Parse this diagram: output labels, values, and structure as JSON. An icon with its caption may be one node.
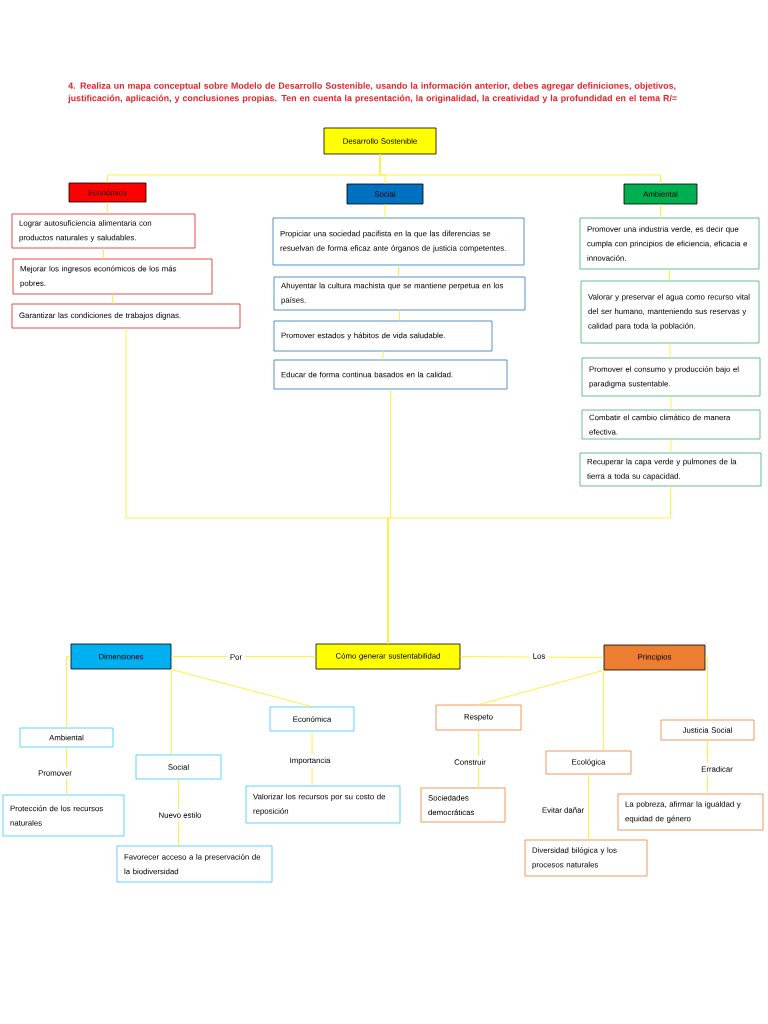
{
  "diagram": {
    "title": "4. Realiza un mapa conceptual sobre Modelo de Desarrollo Sostenible, usando la información anterior, debes agregar definiciones, objetivos, justificación, aplicación, y conclusiones propias. Ten en cuenta la presentación, la originalidad, la creatividad y la profundidad en el tema R/=",
    "nodes": [
      {
        "text": [
          "Desarrollo Sostenible"
        ]
      },
      {
        "text": [
          "Económico"
        ]
      },
      {
        "text": [
          "Social"
        ]
      },
      {
        "text": [
          "Ambiental"
        ]
      },
      {
        "text": [
          "Lograr autosuficiencia alimentaria con productos naturales y saludables."
        ]
      },
      {
        "text": [
          "Mejorar los ingresos económicos de los más pobres."
        ]
      },
      {
        "text": [
          "Garantizar las condiciones de trabajos dignas."
        ]
      },
      {
        "text": [
          "Propiciar una sociedad pacifista en la que las diferencias se resuelvan de forma eficaz ante órganos de justicia competentes."
        ]
      },
      {
        "text": [
          "Ahuyentar la cultura machista que se mantiene perpetua en los países."
        ]
      },
      {
        "text": [
          "Promover estados y hábitos de vida saludable."
        ]
      },
      {
        "text": [
          "Educar de forma continua basados en la calidad."
        ]
      },
      {
        "text": [
          "Promover una industria verde, es decir que cumpla con principios de eficiencia, eficacia e innovación."
        ]
      },
      {
        "text": [
          "Valorar y preservar el agua como recurso vital del ser humano, manteniendo sus reservas y calidad para toda la población."
        ]
      },
      {
        "text": [
          "Promover el consumo y producción bajo el paradigma sustentable."
        ]
      },
      {
        "text": [
          "Combatir el cambio climático de manera efectiva."
        ]
      },
      {
        "text": [
          "Recuperar la capa verde y pulmones de la tierra a toda su capacidad."
        ]
      },
      {
        "text": [
          "Cómo generar sustentabilidad"
        ]
      },
      {
        "text": [
          "Dimensiones"
        ]
      },
      {
        "text": [
          "Principios"
        ]
      },
      {
        "text": [
          "Ambiental"
        ]
      },
      {
        "text": [
          "Social"
        ]
      },
      {
        "text": [
          "Económica"
        ]
      },
      {
        "text": [
          "Protección de los recursos naturales"
        ]
      },
      {
        "text": [
          "Favorecer acceso a la preservación de la biodiversidad"
        ]
      },
      {
        "text": [
          "Valorizar los recursos por su costo de reposición"
        ]
      },
      {
        "text": [
          "Respeto"
        ]
      },
      {
        "text": [
          "Ecológica"
        ]
      },
      {
        "text": [
          "Justicia Social"
        ]
      },
      {
        "text": [
          "Sociedades democráticas"
        ]
      },
      {
        "text": [
          "Diversidad bilógica y los procesos naturales"
        ]
      },
      {
        "text": [
          "La pobreza, afirmar la igualdad y equidad de género"
        ]
      }
    ],
    "edges": [
      {
        "from": 0,
        "to": 1,
        "arrow": "none"
      },
      {
        "from": 0,
        "to": 2,
        "arrow": "none"
      },
      {
        "from": 0,
        "to": 3,
        "arrow": "none"
      },
      {
        "from": 1,
        "to": 4,
        "arrow": "none"
      },
      {
        "from": 4,
        "to": 5,
        "arrow": "none"
      },
      {
        "from": 5,
        "to": 6,
        "arrow": "none"
      },
      {
        "from": 2,
        "to": 7,
        "arrow": "none"
      },
      {
        "from": 7,
        "to": 8,
        "arrow": "none"
      },
      {
        "from": 8,
        "to": 9,
        "arrow": "none"
      },
      {
        "from": 9,
        "to": 10,
        "arrow": "none"
      },
      {
        "from": 3,
        "to": 11,
        "arrow": "none"
      },
      {
        "from": 11,
        "to": 12,
        "arrow": "none"
      },
      {
        "from": 12,
        "to": 13,
        "arrow": "none"
      },
      {
        "from": 13,
        "to": 14,
        "arrow": "none"
      },
      {
        "from": 14,
        "to": 15,
        "arrow": "none"
      },
      {
        "from": 6,
        "to": 16,
        "arrow": "none"
      },
      {
        "from": 10,
        "to": 16,
        "arrow": "none"
      },
      {
        "from": 15,
        "to": 16,
        "arrow": "none"
      },
      {
        "from": 16,
        "to": 17,
        "arrow": "none",
        "label": "Por"
      },
      {
        "from": 16,
        "to": 18,
        "arrow": "none",
        "label": "Los"
      },
      {
        "from": 17,
        "to": 19,
        "arrow": "none"
      },
      {
        "from": 17,
        "to": 20,
        "arrow": "none"
      },
      {
        "from": 17,
        "to": 21,
        "arrow": "none"
      },
      {
        "from": 19,
        "to": 22,
        "arrow": "none",
        "label": "Promover"
      },
      {
        "from": 20,
        "to": 23,
        "arrow": "none",
        "label": "Nuevo estilo"
      },
      {
        "from": 21,
        "to": 24,
        "arrow": "none",
        "label": "Importancia"
      },
      {
        "from": 18,
        "to": 25,
        "arrow": "none"
      },
      {
        "from": 18,
        "to": 26,
        "arrow": "none"
      },
      {
        "from": 18,
        "to": 27,
        "arrow": "none"
      },
      {
        "from": 25,
        "to": 28,
        "arrow": "none",
        "label": "Construir"
      },
      {
        "from": 26,
        "to": 29,
        "arrow": "none",
        "label": "Evitar dañar"
      },
      {
        "from": 27,
        "to": 30,
        "arrow": "none",
        "label": "Erradicar"
      }
    ]
  }
}
